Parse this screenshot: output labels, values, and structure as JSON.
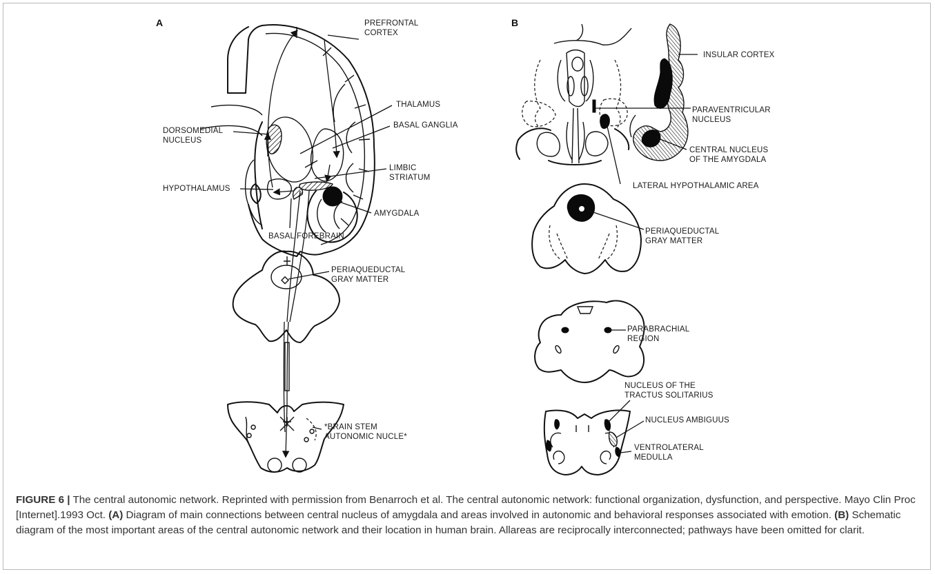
{
  "panel_a": {
    "letter": "A",
    "labels": {
      "prefrontal_cortex": [
        "PREFRONTAL",
        "CORTEX"
      ],
      "thalamus": "THALAMUS",
      "dorsomedial_nucleus": [
        "DORSOMEDIAL",
        "NUCLEUS"
      ],
      "basal_ganglia": "BASAL GANGLIA",
      "limbic_striatum": [
        "LIMBIC",
        "STRIATUM"
      ],
      "hypothalamus": "HYPOTHALAMUS",
      "amygdala": "AMYGDALA",
      "basal_forebrain": "BASAL FOREBRAIN",
      "periaqueductal_gray": [
        "PERIAQUEDUCTAL",
        "GRAY MATTER"
      ],
      "brain_stem_nuclei": [
        "*BRAIN STEM",
        "AUTONOMIC NUCLE*"
      ]
    }
  },
  "panel_b": {
    "letter": "B",
    "labels": {
      "insular_cortex": "INSULAR CORTEX",
      "paraventricular_nucleus": [
        "PARAVENTRICULAR",
        "NUCLEUS"
      ],
      "central_nucleus_amygdala": [
        "CENTRAL NUCLEUS",
        "OF THE AMYGDALA"
      ],
      "lateral_hypothalamic_area": "LATERAL HYPOTHALAMIC AREA",
      "periaqueductal_gray": [
        "PERIAQUEDUCTAL",
        "GRAY MATTER"
      ],
      "parabrachial_region": [
        "PARABRACHIAL",
        "REGION"
      ],
      "nucleus_tractus_solitarius": [
        "NUCLEUS OF THE",
        "TRACTUS SOLITARIUS"
      ],
      "nucleus_ambiguus": "NUCLEUS AMBIGUUS",
      "ventrolateral_medulla": [
        "VENTROLATERAL",
        "MEDULLA"
      ]
    }
  },
  "caption": {
    "figure_label": "FIGURE 6 |",
    "intro": " The central autonomic network. Reprinted with permission from Benarroch et al. The central autonomic network: functional organization, dysfunction, and perspective. Mayo Clin Proc [Internet].1993 Oct. ",
    "a_tag": "(A)",
    "a_text": " Diagram of main connections between central nucleus of amygdala and areas involved in autonomic and behavioral responses associated with emotion. ",
    "b_tag": "(B)",
    "b_text": " Schematic diagram of the most important areas of the central autonomic network and their location in human brain. Allareas are reciprocally interconnected; pathways have been omitted for clarit."
  }
}
